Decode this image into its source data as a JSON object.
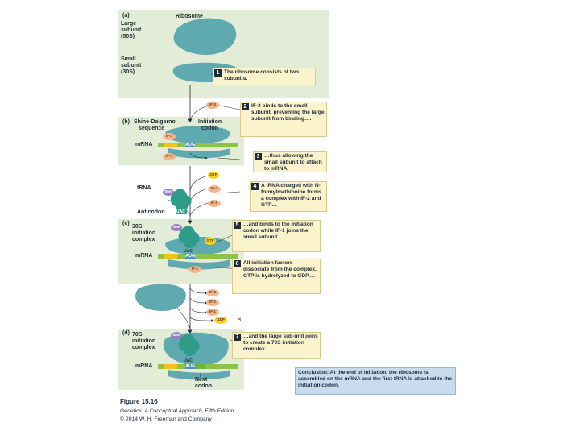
{
  "panels": {
    "a": "(a)",
    "b": "(b)",
    "c": "(c)",
    "d": "(d)"
  },
  "labels": {
    "ribosome": "Ribosome",
    "large_subunit": [
      "Large",
      "subunit",
      "(50S)"
    ],
    "small_subunit": [
      "Small",
      "subunit",
      "(30S)"
    ],
    "shine_dalgarno": [
      "Shine-Dalgarno",
      "sequence"
    ],
    "initiation_codon": [
      "Initiation",
      "codon"
    ],
    "mrna": "mRNA",
    "trna": "tRNA",
    "anticodon": "Anticodon",
    "complex_30s": [
      "30S",
      "initiation",
      "complex"
    ],
    "complex_70s": [
      "70S",
      "initiation",
      "complex"
    ],
    "next_codon": [
      "Next",
      "codon"
    ],
    "aug": "AUG",
    "uac": "UAC"
  },
  "factors": {
    "if3": "IF-3",
    "if2": "IF-2",
    "if1": "IF-1",
    "gtp": "GTP",
    "gdp": "GDP",
    "pi": "Pi",
    "fmet": "fMet"
  },
  "callouts": [
    {
      "num": "1",
      "text": "The ribosome consists of two subunits."
    },
    {
      "num": "2",
      "text": "IF-3 binds to the small subunit, preventing the large subunit from binding…."
    },
    {
      "num": "3",
      "text": "…thus allowing the small subunit to attach to mRNA."
    },
    {
      "num": "4",
      "text": "A tRNA charged with N-formylmethionine forms a complex with IF-2 and GTP…"
    },
    {
      "num": "5",
      "text": "…and binds to the initiation codon while IF-1 joins the small subunit."
    },
    {
      "num": "6",
      "text": "All initiation factors dissociate from the complex. GTP is hydrolyzed to GDP,…"
    },
    {
      "num": "7",
      "text": "…and the large sub-unit joins to create a 70S initiation complex."
    }
  ],
  "conclusion": "Conclusion: At the end of initiation, the ribosome is assembled on the mRNA and the first tRNA is attached to the initiation codon.",
  "caption": {
    "title": "Figure 15.16",
    "line1": "Genetics: A Conceptual Approach, Fifth Edition",
    "line2": "© 2014 W. H. Freeman and Company"
  },
  "colors": {
    "panel_bg": "#e2ecd6",
    "ribosome": "#5fa9b0",
    "mrna": "#8bc34a",
    "codon": "#f2c21b",
    "callout_bg": "#fbf3cc",
    "conclusion_bg": "#c7dcef",
    "factor": "#f4b58a",
    "gtp": "#f7d21c",
    "fmet": "#9b7fc2",
    "trna": "#2f9c8a"
  }
}
